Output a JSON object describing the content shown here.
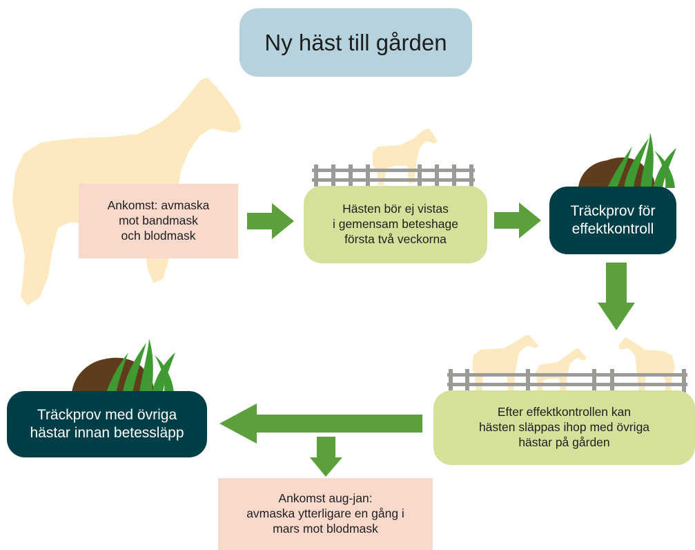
{
  "title": "Ny häst till gården",
  "steps": {
    "arrival": "Ankomst: avmaska\nmot bandmask\noch blodmask",
    "isolation": "Hästen bör ej vistas\ni gemensam beteshage\nförsta två veckorna",
    "control_test": "Träckprov för\neffektkontroll",
    "release": "Efter effektkontrollen kan\nhästen släppas ihop med övriga\nhästar på gården",
    "herd_test": "Träckprov med övriga\nhästar innan betessläpp"
  },
  "note": "Ankomst aug-jan:\navmaska ytterligare en gång i\nmars mot blodmask",
  "colors": {
    "title_box": "#b6d2dc",
    "pink_box": "#f9d9cc",
    "green_box": "#d7e09a",
    "teal_box": "#003e47",
    "arrow": "#5ba03a",
    "horse": "#fde9c0",
    "fence": "#9a9a96",
    "dung": "#5e3c1c",
    "grass": "#3f9a32"
  },
  "icons": [
    "horse-silhouette-icon",
    "fence-icon",
    "dung-pile-icon",
    "grass-icon",
    "arrow-right-icon",
    "arrow-down-icon",
    "arrow-left-icon"
  ]
}
